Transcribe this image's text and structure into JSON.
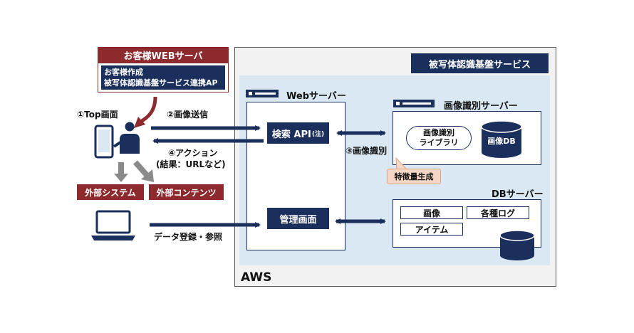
{
  "customer_server": {
    "title": "お客様WEBサーバ",
    "line1": "お客様作成",
    "line2": "被写体認識基盤サービス連携AP"
  },
  "service": {
    "title": "被写体認識基盤サービス"
  },
  "aws": {
    "label": "AWS"
  },
  "web_server": {
    "title": "Webサーバー",
    "search_api": "検索 API",
    "search_api_note": "(注)",
    "admin_screen": "管理画面"
  },
  "image_server": {
    "title": "画像識別サーバー",
    "library_line1": "画像識別",
    "library_line2": "ライブラリ",
    "db": "画像DB",
    "callout": "特徴量生成"
  },
  "db_server": {
    "title": "DBサーバー",
    "items": [
      "画像",
      "各種ログ",
      "アイテム"
    ]
  },
  "flow": {
    "step1": "①Top画面",
    "step2": "②画像送信",
    "step3": "③画像識別",
    "step4_line1": "④アクション",
    "step4_line2": "(結果：URLなど)",
    "data_entry": "データ登録・参照"
  },
  "external": {
    "system": "外部システム",
    "contents": "外部コンテンツ"
  },
  "colors": {
    "navy": "#1b2f5c",
    "maroon": "#8c2a2e",
    "light_blue": "#d9e8f3",
    "aws_gray": "#f2f2f2",
    "arrow_gray": "#8a8a8a",
    "callout": "#f6d7c3"
  }
}
